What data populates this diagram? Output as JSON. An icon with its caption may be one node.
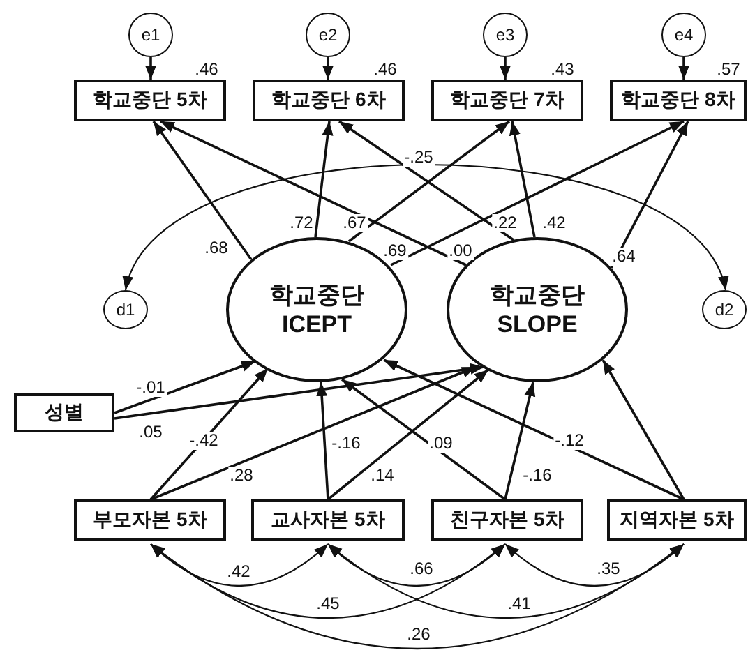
{
  "diagram": {
    "nodes": [
      {
        "text": [
          "e1"
        ]
      },
      {
        "text": [
          "e2"
        ]
      },
      {
        "text": [
          "e3"
        ]
      },
      {
        "text": [
          "e4"
        ]
      },
      {
        "text": [
          "학교중단 5차"
        ],
        "beside": [
          ".46"
        ]
      },
      {
        "text": [
          "학교중단 6차"
        ],
        "beside": [
          ".46"
        ]
      },
      {
        "text": [
          "학교중단 7차"
        ],
        "beside": [
          ".43"
        ]
      },
      {
        "text": [
          "학교중단 8차"
        ],
        "beside": [
          ".57"
        ]
      },
      {
        "text": [
          "d1"
        ]
      },
      {
        "text": [
          "학교중단 ICEPT"
        ]
      },
      {
        "text": [
          "학교중단 SLOPE"
        ]
      },
      {
        "text": [
          "d2"
        ]
      },
      {
        "text": [
          "성별"
        ]
      },
      {
        "text": [
          "부모자본 5차"
        ]
      },
      {
        "text": [
          "교사자본 5차"
        ]
      },
      {
        "text": [
          "친구자본 5차"
        ]
      },
      {
        "text": [
          "지역자본 5차"
        ]
      }
    ],
    "edges": [
      {
        "from": 0,
        "to": 4,
        "arrow": "to"
      },
      {
        "from": 1,
        "to": 5,
        "arrow": "to"
      },
      {
        "from": 2,
        "to": 6,
        "arrow": "to"
      },
      {
        "from": 3,
        "to": 7,
        "arrow": "to"
      },
      {
        "from": 9,
        "to": 4,
        "arrow": "to",
        "label": ".68"
      },
      {
        "from": 9,
        "to": 5,
        "arrow": "to",
        "label": ".72"
      },
      {
        "from": 9,
        "to": 6,
        "arrow": "to",
        "label": ".67"
      },
      {
        "from": 9,
        "to": 7,
        "arrow": "to",
        "label": ".69"
      },
      {
        "from": 10,
        "to": 4,
        "arrow": "to",
        "label": ".00"
      },
      {
        "from": 10,
        "to": 5,
        "arrow": "to",
        "label": ".22"
      },
      {
        "from": 10,
        "to": 6,
        "arrow": "to",
        "label": ".42"
      },
      {
        "from": 10,
        "to": 7,
        "arrow": "to",
        "label": ".64"
      },
      {
        "from": 8,
        "to": 11,
        "arrow": "both",
        "label": "-.25"
      },
      {
        "from": 12,
        "to": 9,
        "arrow": "to",
        "label": "-.01"
      },
      {
        "from": 12,
        "to": 10,
        "arrow": "to",
        "label": ".05"
      },
      {
        "from": 13,
        "to": 9,
        "arrow": "to",
        "label": "-.42"
      },
      {
        "from": 13,
        "to": 10,
        "arrow": "to",
        "label": ".28"
      },
      {
        "from": 14,
        "to": 9,
        "arrow": "to",
        "label": "-.16"
      },
      {
        "from": 14,
        "to": 10,
        "arrow": "to",
        "label": ".14"
      },
      {
        "from": 15,
        "to": 9,
        "arrow": "to",
        "label": ".09"
      },
      {
        "from": 15,
        "to": 10,
        "arrow": "to",
        "label": "-.16"
      },
      {
        "from": 16,
        "to": 9,
        "arrow": "to",
        "label": "-.12"
      },
      {
        "from": 16,
        "to": 10,
        "arrow": "to"
      },
      {
        "from": 13,
        "to": 14,
        "arrow": "both",
        "label": ".42"
      },
      {
        "from": 14,
        "to": 15,
        "arrow": "both",
        "label": ".66"
      },
      {
        "from": 15,
        "to": 16,
        "arrow": "both",
        "label": ".35"
      },
      {
        "from": 13,
        "to": 15,
        "arrow": "both",
        "label": ".45"
      },
      {
        "from": 14,
        "to": 16,
        "arrow": "both",
        "label": ".41"
      },
      {
        "from": 13,
        "to": 16,
        "arrow": "both",
        "label": ".26"
      }
    ]
  }
}
